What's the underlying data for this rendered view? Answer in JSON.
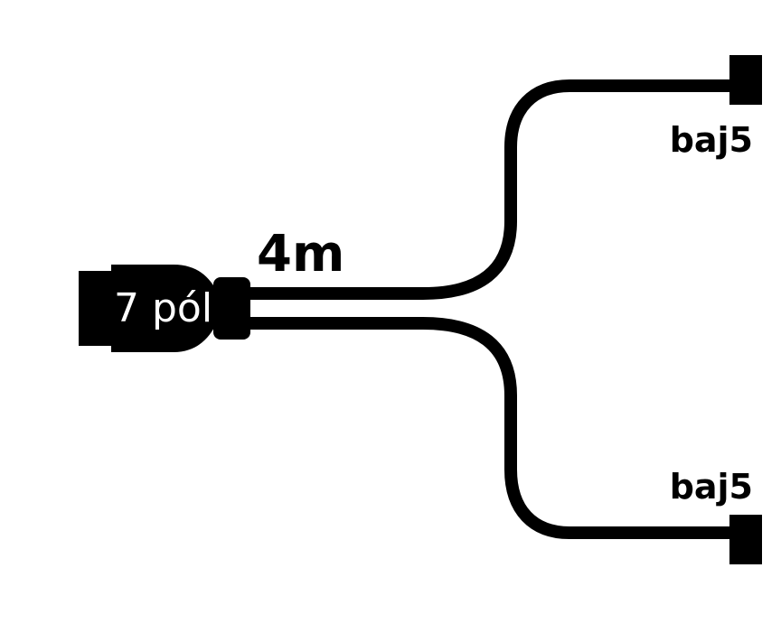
{
  "connector": {
    "label": "7 pól"
  },
  "cable": {
    "length_label": "4m"
  },
  "branches": [
    {
      "label": "baj5"
    },
    {
      "label": "baj5"
    }
  ]
}
